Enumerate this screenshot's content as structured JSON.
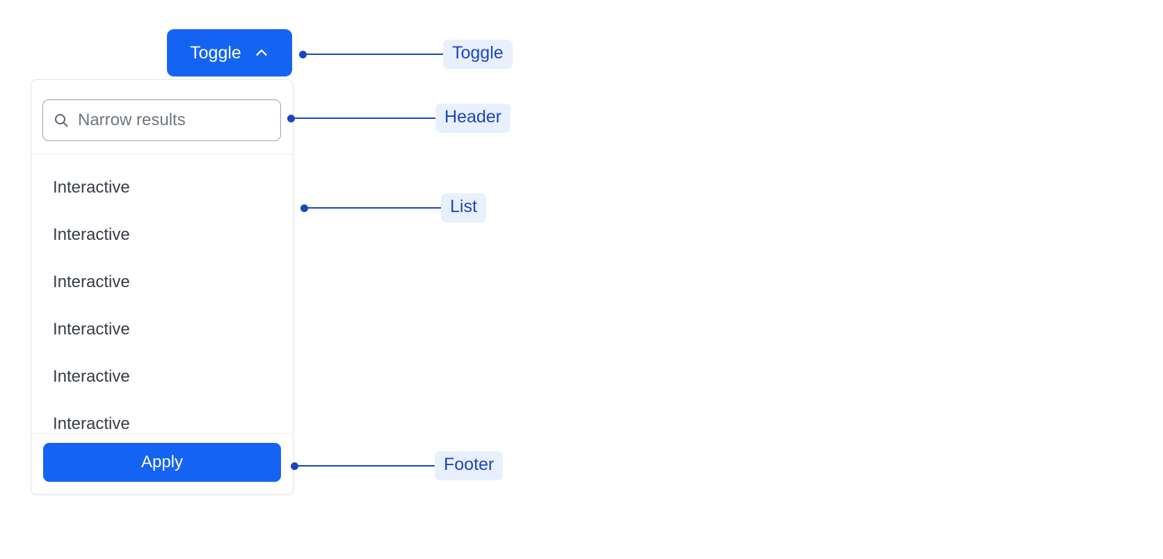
{
  "toggle": {
    "label": "Toggle",
    "icon": "chevron-up-icon",
    "expanded": true,
    "background_color": "#1463f3",
    "text_color": "#ffffff"
  },
  "panel": {
    "header": {
      "search": {
        "icon": "search-icon",
        "placeholder": "Narrow results",
        "value": ""
      }
    },
    "list": {
      "items": [
        {
          "label": "Interactive"
        },
        {
          "label": "Interactive"
        },
        {
          "label": "Interactive"
        },
        {
          "label": "Interactive"
        },
        {
          "label": "Interactive"
        },
        {
          "label": "Interactive"
        }
      ]
    },
    "footer": {
      "apply_label": "Apply",
      "apply_background_color": "#1463f3"
    },
    "border_color": "#e3e4e8",
    "divider_color": "#eceef1"
  },
  "annotations": [
    {
      "label": "Toggle",
      "target": "toggle-button"
    },
    {
      "label": "Header",
      "target": "panel-header"
    },
    {
      "label": "List",
      "target": "panel-list"
    },
    {
      "label": "Footer",
      "target": "panel-footer"
    }
  ],
  "annotation_style": {
    "chip_background": "#e9f0fd",
    "chip_text_color": "#1a45c0",
    "line_color": "#1a45c0"
  }
}
